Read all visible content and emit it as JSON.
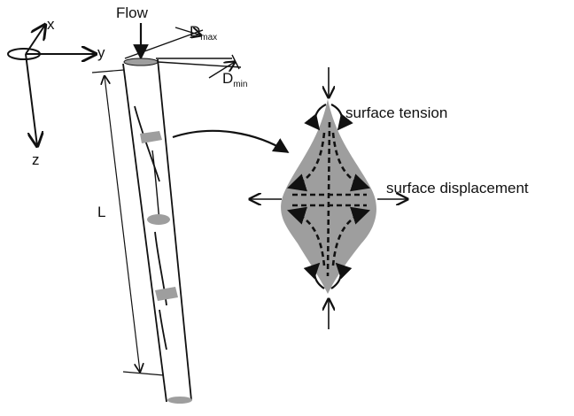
{
  "labels": {
    "x_axis": "x",
    "y_axis": "y",
    "z_axis": "z",
    "flow": "Flow",
    "d_max_base": "D",
    "d_max_sub": "max",
    "d_min_base": "D",
    "d_min_sub": "min",
    "length": "L",
    "surface_tension": "surface tension",
    "surface_displacement": "surface displacement"
  },
  "colors": {
    "ink": "#111111",
    "fill_gray": "#9e9e9e",
    "background": "#ffffff"
  }
}
